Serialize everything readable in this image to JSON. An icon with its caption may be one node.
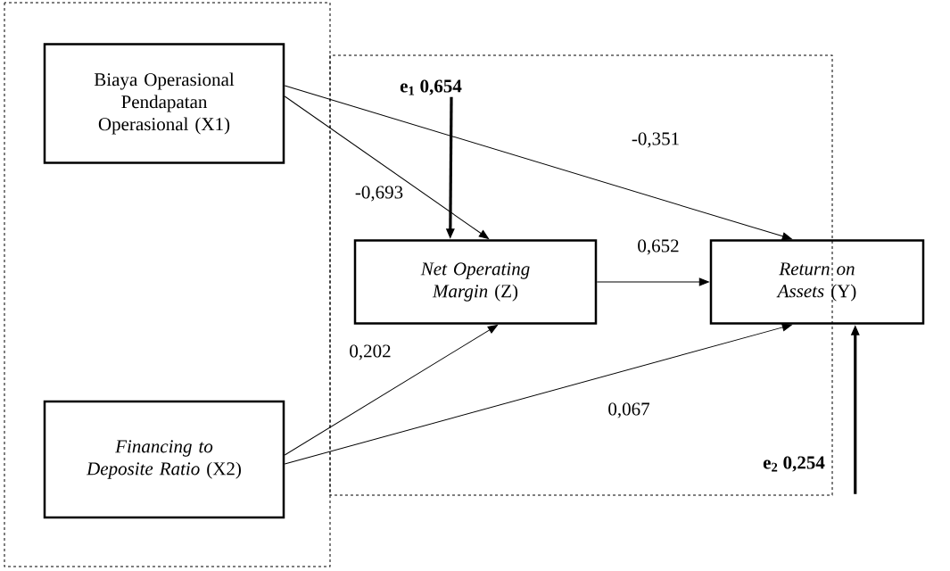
{
  "diagram": {
    "nodes": [
      {
        "text": [
          "Biaya Operasional Pendapatan Operasional (X1)"
        ]
      },
      {
        "text": [
          "*Net Operating Margin* (Z)"
        ]
      },
      {
        "text": [
          "*Return on Assets* (Y)"
        ]
      },
      {
        "text": [
          "*Financing to Deposite Ratio* (X2)"
        ]
      },
      {
        "text": [
          "e$_{1}$ 0,654"
        ]
      }
    ],
    "edges": [
      {
        "from": 0,
        "to": 1,
        "arrow": "to",
        "label": "-0,693"
      },
      {
        "from": 0,
        "to": 2,
        "arrow": "to",
        "label": "-0,351"
      },
      {
        "from": 1,
        "to": 2,
        "arrow": "to",
        "label": "0,652"
      },
      {
        "from": 3,
        "to": 1,
        "arrow": "to",
        "label": "0,202"
      },
      {
        "from": 3,
        "to": 2,
        "arrow": "to",
        "label": "0,067"
      },
      {
        "from": 4,
        "to": 1,
        "arrow": "to",
        "style": "thick"
      },
      {
        "from": null,
        "to": 2,
        "arrow": "to",
        "style": "thick"
      }
    ],
    "labels": [
      "e$_{2}$ 0,254"
    ]
  }
}
